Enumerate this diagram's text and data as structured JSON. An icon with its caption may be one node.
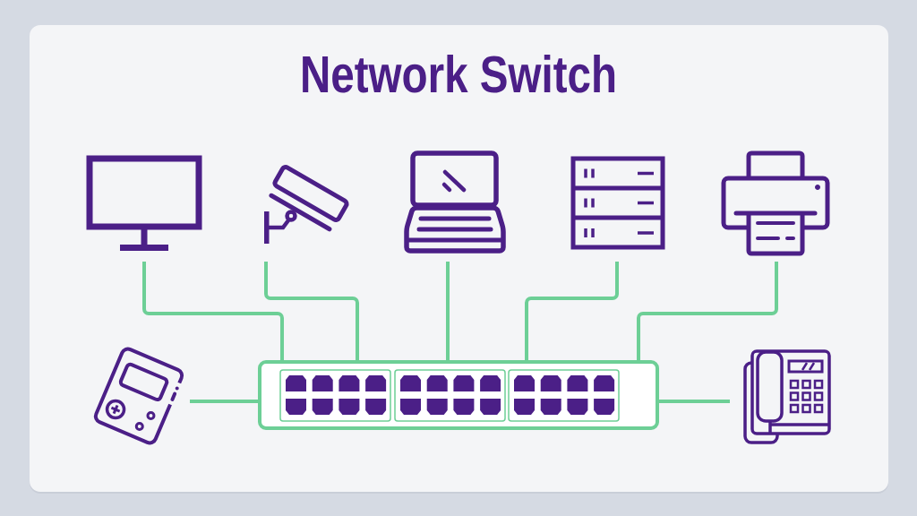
{
  "diagram": {
    "title": "Network Switch",
    "nodes": [
      {
        "text": [],
        "shape": "picture"
      },
      {
        "text": [],
        "shape": "picture"
      },
      {
        "text": [],
        "shape": "picture"
      },
      {
        "text": [],
        "shape": "picture"
      },
      {
        "text": [],
        "shape": "picture"
      },
      {
        "text": [],
        "shape": "picture"
      },
      {
        "text": [],
        "shape": "picture"
      },
      {
        "text": [],
        "shape": "picture"
      }
    ],
    "edges": [
      {
        "from": 0,
        "to": 6,
        "arrow": "none"
      },
      {
        "from": 1,
        "to": 6,
        "arrow": "none"
      },
      {
        "from": 2,
        "to": 6,
        "arrow": "none"
      },
      {
        "from": 3,
        "to": 6,
        "arrow": "none"
      },
      {
        "from": 4,
        "to": 6,
        "arrow": "none"
      },
      {
        "from": 5,
        "to": 6,
        "arrow": "none"
      },
      {
        "from": 7,
        "to": 6,
        "arrow": "none"
      }
    ]
  }
}
